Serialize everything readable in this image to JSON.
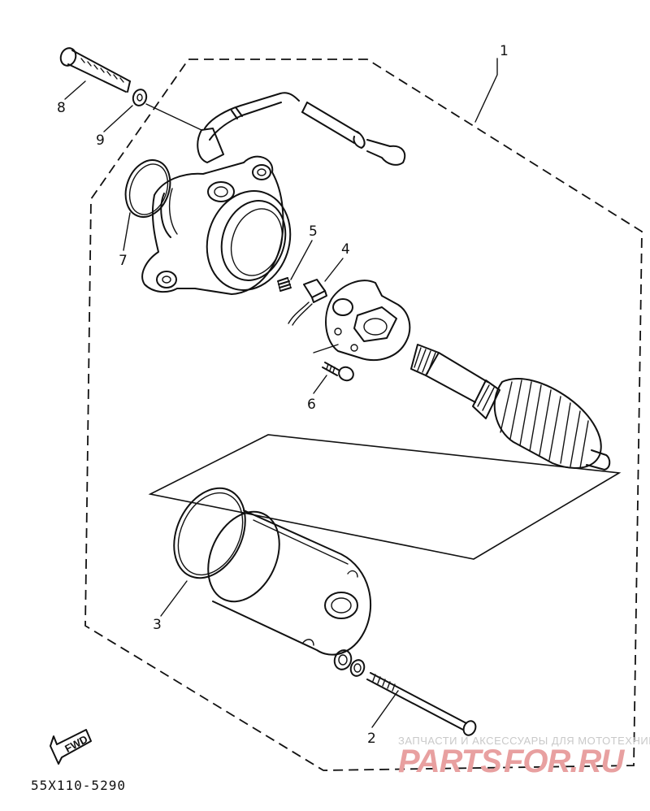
{
  "diagram": {
    "callouts": [
      {
        "id": "1",
        "text": "1"
      },
      {
        "id": "2",
        "text": "2"
      },
      {
        "id": "3",
        "text": "3"
      },
      {
        "id": "4",
        "text": "4"
      },
      {
        "id": "5",
        "text": "5"
      },
      {
        "id": "6",
        "text": "6"
      },
      {
        "id": "7",
        "text": "7"
      },
      {
        "id": "8",
        "text": "8"
      },
      {
        "id": "9",
        "text": "9"
      }
    ],
    "fwd_label": "FWD",
    "drawing_code": "55X110-5290"
  },
  "watermark": {
    "tagline": "ЗАПЧАСТИ И АКСЕССУАРЫ ДЛЯ МОТОТЕХНИКИ",
    "logo_part1": "PARTS",
    "logo_part2": "FOR.RU",
    "colors": {
      "red": "#e8a0a0",
      "gray": "#c8c8c8"
    }
  }
}
